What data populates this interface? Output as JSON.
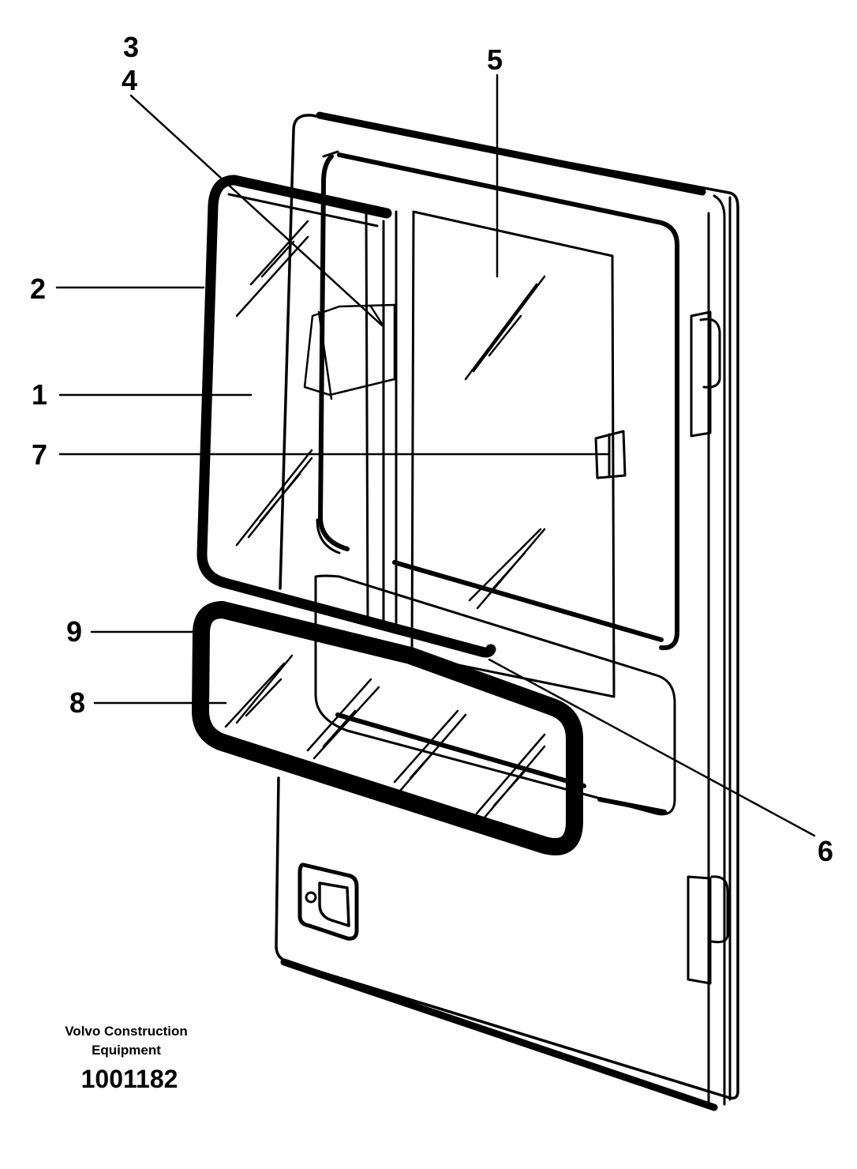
{
  "callouts": [
    "1",
    "2",
    "3",
    "4",
    "5",
    "6",
    "7",
    "8",
    "9"
  ],
  "caption": {
    "line1": "Volvo Construction",
    "line2": "Equipment",
    "code": "1001182"
  }
}
